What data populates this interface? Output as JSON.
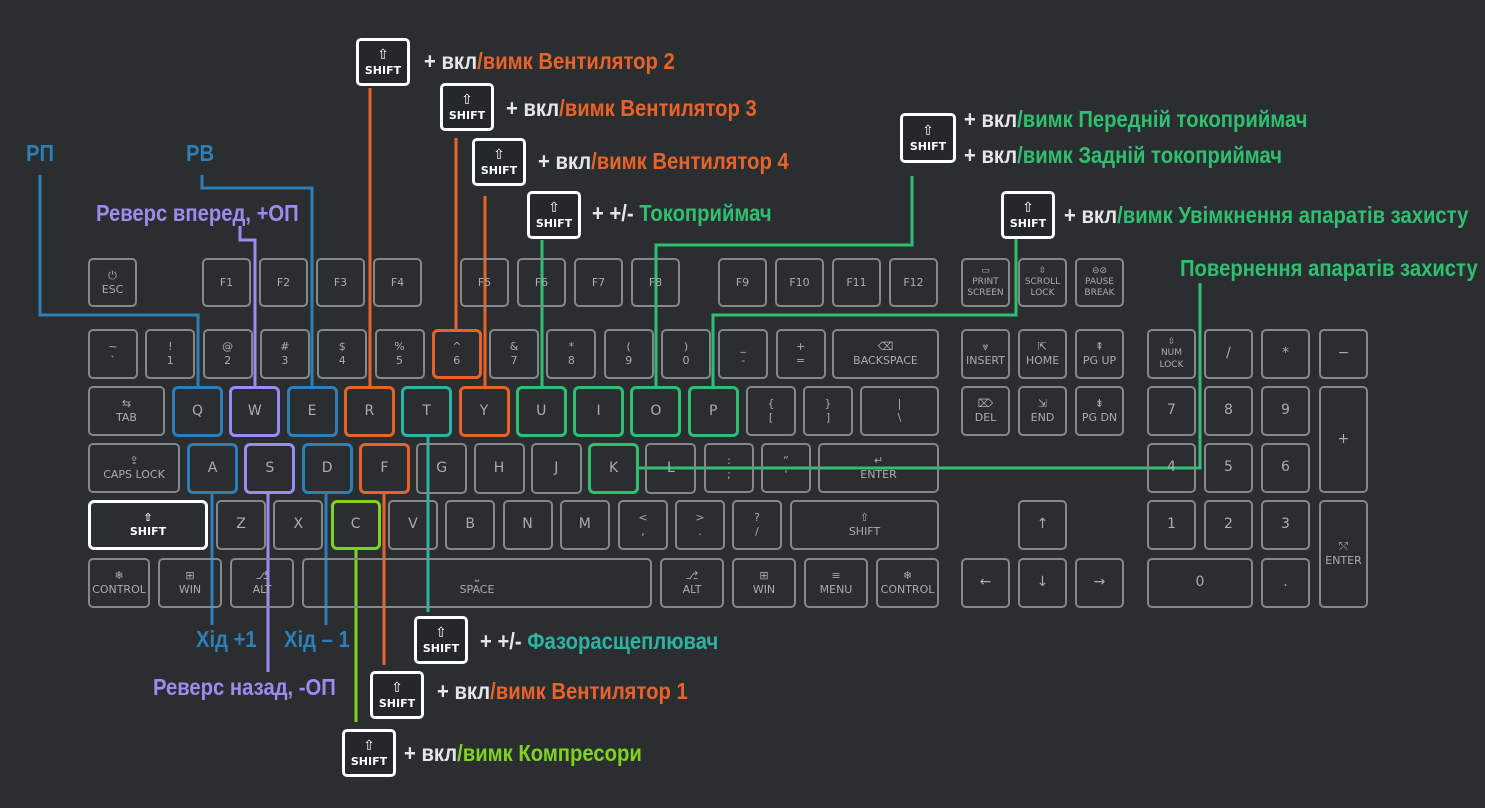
{
  "colors": {
    "background": "#2b2e30",
    "key_border": "#84888b",
    "key_text": "#a9adb0",
    "white": "#e6e6e6",
    "blue": "#2e7fb8",
    "purple": "#9b8cf0",
    "orange": "#e8632a",
    "teal": "#2bb3a3",
    "green": "#2fbf71",
    "lime": "#7ed321"
  },
  "shift_key": {
    "icon": "shift-arrow-icon",
    "label": "SHIFT"
  },
  "labels": {
    "rp": "РП",
    "rv": "РВ",
    "reverse_forward": "Реверс вперед, +ОП",
    "reverse_back": "Реверс назад, -ОП",
    "khid_plus": "Хід +1",
    "khid_minus": "Хід – 1",
    "fan2_prefix": "+ вкл",
    "fan2_suffix": "/вимк Вентилятор 2",
    "fan3_prefix": "+  вкл",
    "fan3_suffix": "/вимк Вентилятор 3",
    "fan4_prefix": "+  вкл",
    "fan4_suffix": "/вимк Вентилятор 4",
    "pant_prefix": "+  +/-",
    "pant_suffix": " Токоприймач",
    "front_pant_prefix": "+ вкл",
    "front_pant_suffix": "/вимк Передній токоприймач",
    "rear_pant_prefix": "+ вкл",
    "rear_pant_suffix": "/вимк Задній токоприймач",
    "protect_prefix": "+ вкл",
    "protect_suffix": "/вимк Увімкнення апаратів захисту",
    "protect_reset": "Повернення апаратів захисту",
    "phase_prefix": "+  +/-",
    "phase_suffix": " Фазорасщеплювач",
    "fan1_prefix": "+  вкл",
    "fan1_suffix": "/вимк Вентилятор 1",
    "comp_prefix": "+ вкл",
    "comp_suffix": "/вимк Компресори"
  },
  "keyboard": {
    "esc": {
      "icon": "power-icon",
      "label": "ESC"
    },
    "f_keys": [
      "F1",
      "F2",
      "F3",
      "F4",
      "F5",
      "F6",
      "F7",
      "F8",
      "F9",
      "F10",
      "F11",
      "F12"
    ],
    "print_screen": {
      "icon": "print-icon",
      "l1": "PRINT",
      "l2": "SCREEN"
    },
    "scroll_lock": {
      "icon": "scroll-icon",
      "l1": "SCROLL",
      "l2": "LOCK"
    },
    "pause_break": {
      "icon": "pause-icon",
      "l1": "PAUSE",
      "l2": "BREAK"
    },
    "number_row": [
      {
        "top": "~",
        "bot": "`"
      },
      {
        "top": "!",
        "bot": "1"
      },
      {
        "top": "@",
        "bot": "2"
      },
      {
        "top": "#",
        "bot": "3"
      },
      {
        "top": "$",
        "bot": "4"
      },
      {
        "top": "%",
        "bot": "5"
      },
      {
        "top": "^",
        "bot": "6"
      },
      {
        "top": "&",
        "bot": "7"
      },
      {
        "top": "*",
        "bot": "8"
      },
      {
        "top": "(",
        "bot": "9"
      },
      {
        "top": ")",
        "bot": "0"
      },
      {
        "top": "_",
        "bot": "-"
      },
      {
        "top": "+",
        "bot": "="
      }
    ],
    "backspace": {
      "icon": "backspace-icon",
      "label": "BACKSPACE"
    },
    "tab": {
      "icon": "tab-icon",
      "label": "TAB"
    },
    "qwerty": [
      "Q",
      "W",
      "E",
      "R",
      "T",
      "Y",
      "U",
      "I",
      "O",
      "P"
    ],
    "brackets": [
      {
        "top": "{",
        "bot": "["
      },
      {
        "top": "}",
        "bot": "]"
      },
      {
        "top": "|",
        "bot": "\\"
      }
    ],
    "caps_lock": {
      "icon": "caps-icon",
      "label": "CAPS LOCK"
    },
    "asdf": [
      "A",
      "S",
      "D",
      "F",
      "G",
      "H",
      "J",
      "K",
      "L"
    ],
    "semicolon": {
      "top": ":",
      "bot": ";"
    },
    "quote": {
      "top": "“",
      "bot": "‘"
    },
    "enter": {
      "icon": "enter-icon",
      "label": "ENTER"
    },
    "shift_left": {
      "icon": "shift-arrow-icon",
      "label": "SHIFT"
    },
    "zxcv": [
      "Z",
      "X",
      "C",
      "V",
      "B",
      "N",
      "M"
    ],
    "comma": {
      "top": "<",
      "bot": ","
    },
    "period": {
      "top": ">",
      "bot": "."
    },
    "slash": {
      "top": "?",
      "bot": "/"
    },
    "shift_right": {
      "icon": "shift-arrow-icon",
      "label": "SHIFT"
    },
    "control": "CONTROL",
    "win": "WIN",
    "alt": "ALT",
    "space": "SPACE",
    "menu": "MENU",
    "insert": "INSERT",
    "home": "HOME",
    "pg_up": "PG UP",
    "del": "DEL",
    "end": "END",
    "pg_dn": "PG DN",
    "num_lock": {
      "l1": "NUM",
      "l2": "LOCK"
    },
    "numpad_ops": [
      "/",
      "*",
      "−"
    ],
    "numpad_plus": "+",
    "numpad_digits": [
      "7",
      "8",
      "9",
      "4",
      "5",
      "6",
      "1",
      "2",
      "3"
    ],
    "numpad_zero": "0",
    "numpad_dot": ".",
    "numpad_enter": "ENTER",
    "arrow_up": "↑",
    "arrow_left": "←",
    "arrow_down": "↓",
    "arrow_right": "→"
  }
}
